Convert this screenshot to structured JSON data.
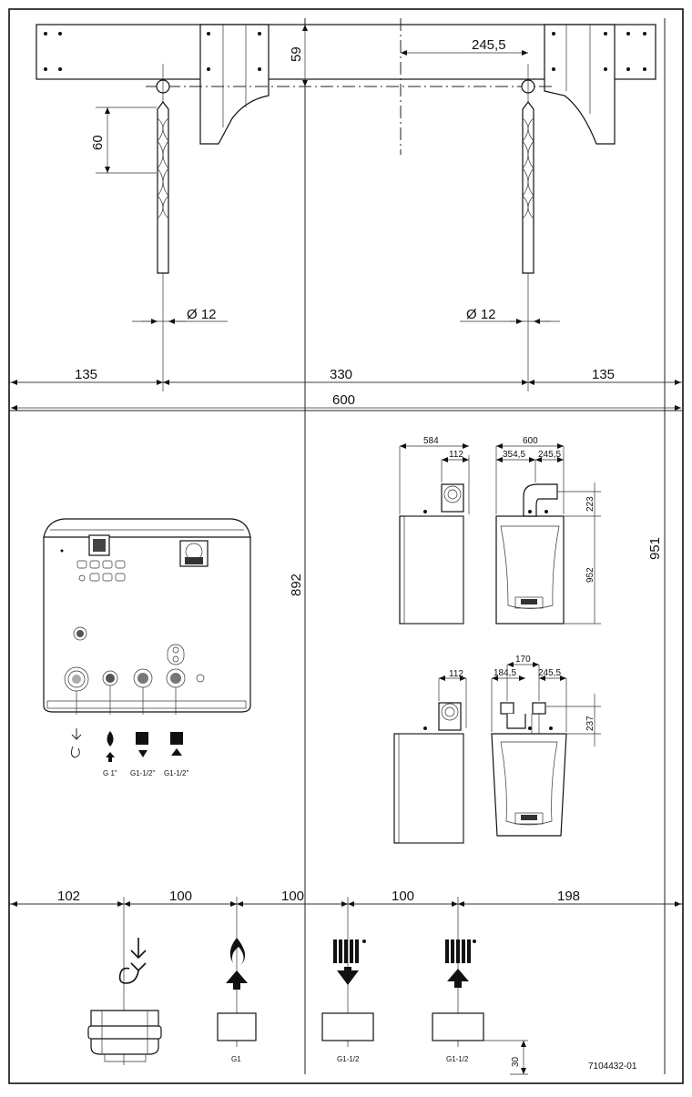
{
  "drawing": {
    "number": "7104432-01",
    "top_section": {
      "dim_bracket_height": "59",
      "dim_right_offset": "245,5",
      "dim_drill_depth": "60",
      "dim_drill_dia_left": "Ø 12",
      "dim_drill_dia_right": "Ø 12",
      "dim_left": "135",
      "dim_center": "330",
      "dim_right": "135",
      "dim_total_width": "600"
    },
    "middle_section": {
      "dim_height_892": "892",
      "dim_height_951": "951",
      "labels_connections": [
        "G 1\"",
        "G1-1/2\"",
        "G1-1/2\""
      ],
      "view_a": {
        "depth": "584",
        "offset_side": "112",
        "width": "600",
        "left_part": "354,5",
        "right_part": "245,5",
        "flue_height": "223",
        "body_height": "952"
      },
      "view_b": {
        "offset_side": "112",
        "between": "170",
        "left_part": "184,5",
        "right_part": "245,5",
        "flue_height": "237"
      }
    },
    "bottom_section": {
      "dims": [
        "102",
        "100",
        "100",
        "100",
        "198"
      ],
      "labels": [
        "G1",
        "G1-1/2",
        "G1-1/2"
      ],
      "dim_base_height": "30"
    }
  }
}
